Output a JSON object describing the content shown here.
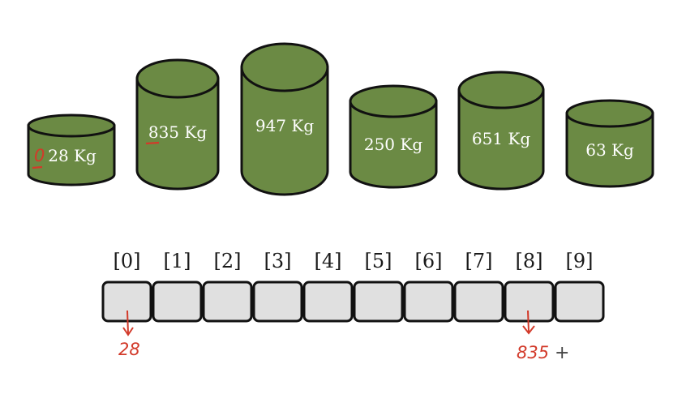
{
  "colors": {
    "cylinder_fill": "#6b8a44",
    "cylinder_stroke": "#111111",
    "slot_fill": "#e0e0e0",
    "slot_stroke": "#111111",
    "annotation_red": "#d23a2a"
  },
  "cylinders": [
    {
      "label": "28 Kg",
      "annot_prefix": "0"
    },
    {
      "label": "835 Kg",
      "annot_prefix": ""
    },
    {
      "label": "947 Kg",
      "annot_prefix": ""
    },
    {
      "label": "250 Kg",
      "annot_prefix": ""
    },
    {
      "label": "651 Kg",
      "annot_prefix": ""
    },
    {
      "label": "63 Kg",
      "annot_prefix": ""
    }
  ],
  "array": {
    "indices": [
      "[0]",
      "[1]",
      "[2]",
      "[3]",
      "[4]",
      "[5]",
      "[6]",
      "[7]",
      "[8]",
      "[9]"
    ]
  },
  "annotations": {
    "slot0_value": "28",
    "slot8_value": "835",
    "slot8_extra": "+"
  }
}
